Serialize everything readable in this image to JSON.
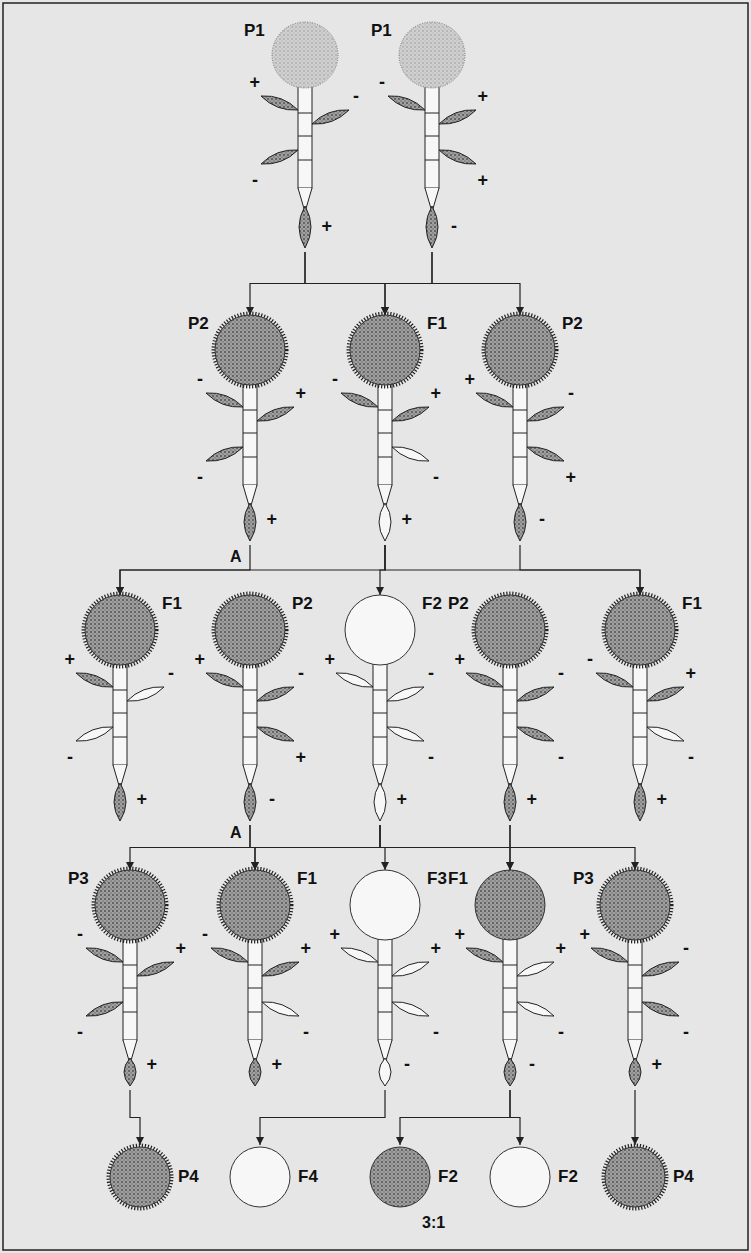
{
  "diagram": {
    "nodes": [
      {
        "text": [
          "P1"
        ]
      },
      {
        "text": [
          "P1"
        ]
      },
      {
        "text": [
          "P2"
        ]
      },
      {
        "text": [
          "F1"
        ]
      },
      {
        "text": [
          "P2"
        ]
      },
      {
        "text": [
          "F1"
        ]
      },
      {
        "text": [
          "P2"
        ]
      },
      {
        "text": [
          "F2"
        ]
      },
      {
        "text": [
          "P2"
        ]
      },
      {
        "text": [
          "F1"
        ]
      },
      {
        "text": [
          "P3"
        ]
      },
      {
        "text": [
          "F1"
        ]
      },
      {
        "text": [
          "F3"
        ]
      },
      {
        "text": [
          "F1"
        ]
      },
      {
        "text": [
          "P3"
        ]
      },
      {
        "text": [
          "P4"
        ]
      },
      {
        "text": [
          "F4"
        ]
      },
      {
        "text": [
          "F2"
        ]
      },
      {
        "text": [
          "F2"
        ]
      },
      {
        "text": [
          "P4"
        ]
      }
    ],
    "edges": [
      {
        "from": 0,
        "to": 2,
        "arrow": "to"
      },
      {
        "from": 0,
        "to": 3,
        "arrow": "to"
      },
      {
        "from": 1,
        "to": 3,
        "arrow": "to"
      },
      {
        "from": 1,
        "to": 4,
        "arrow": "to"
      },
      {
        "from": 2,
        "to": 5,
        "arrow": "to"
      },
      {
        "from": 3,
        "to": 5,
        "arrow": "to"
      },
      {
        "from": 3,
        "to": 7,
        "arrow": "to"
      },
      {
        "from": 3,
        "to": 9,
        "arrow": "to"
      },
      {
        "from": 4,
        "to": 9,
        "arrow": "to"
      },
      {
        "from": 6,
        "to": 10,
        "arrow": "to"
      },
      {
        "from": 6,
        "to": 11,
        "arrow": "to"
      },
      {
        "from": 7,
        "to": 11,
        "arrow": "to"
      },
      {
        "from": 7,
        "to": 12,
        "arrow": "to"
      },
      {
        "from": 7,
        "to": 13,
        "arrow": "to"
      },
      {
        "from": 8,
        "to": 13,
        "arrow": "to"
      },
      {
        "from": 8,
        "to": 14,
        "arrow": "to"
      },
      {
        "from": 10,
        "to": 15,
        "arrow": "to"
      },
      {
        "from": 12,
        "to": 16,
        "arrow": "to"
      },
      {
        "from": 13,
        "to": 17,
        "arrow": "to"
      },
      {
        "from": 13,
        "to": 18,
        "arrow": "to"
      },
      {
        "from": 14,
        "to": 19,
        "arrow": "to"
      }
    ],
    "labels": [
      "+",
      "-",
      "-",
      "+",
      "-",
      "+",
      "+",
      "-",
      "-",
      "+",
      "-",
      "+",
      "-",
      "+",
      "-",
      "+",
      "+",
      "-",
      "+",
      "-",
      "+",
      "-",
      "-",
      "+",
      "+",
      "-",
      "+",
      "-",
      "+",
      "-",
      "-",
      "+",
      "+",
      "-",
      "-",
      "+",
      "-",
      "+",
      "-",
      "+",
      "-",
      "+",
      "-",
      "+",
      "-",
      "+",
      "-",
      "+",
      "+",
      "+",
      "-",
      "-",
      "+",
      "+",
      "-",
      "-",
      "+",
      "-",
      "-",
      "+",
      "A",
      "A",
      "3:1"
    ]
  }
}
